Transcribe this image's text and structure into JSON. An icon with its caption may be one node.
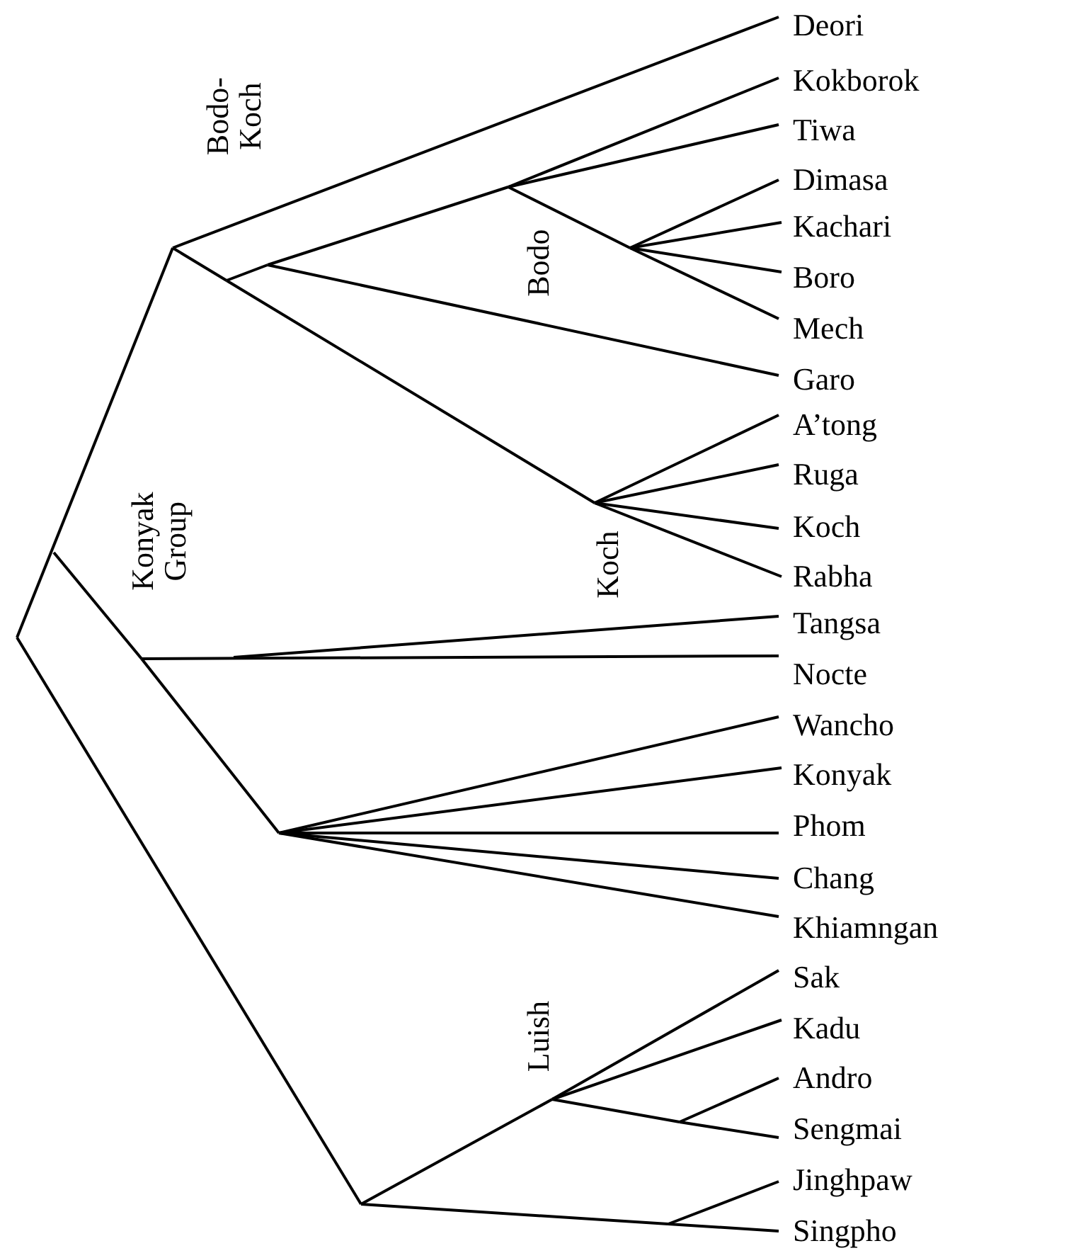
{
  "diagram": {
    "labels": [
      "Deori",
      "Kokborok",
      "Tiwa",
      "Dimasa",
      "Kachari",
      "Boro",
      "Mech",
      "Garo",
      "A’tong",
      "Ruga",
      "Koch",
      "Rabha",
      "Tangsa",
      "Nocte",
      "Wancho",
      "Konyak",
      "Phom",
      "Chang",
      "Khiamngan",
      "Sak",
      "Kadu",
      "Andro",
      "Sengmai",
      "Jinghpaw",
      "Singpho",
      "Bodo- Koch",
      "Bodo",
      "Konyak Group",
      "Koch",
      "Luish"
    ]
  }
}
